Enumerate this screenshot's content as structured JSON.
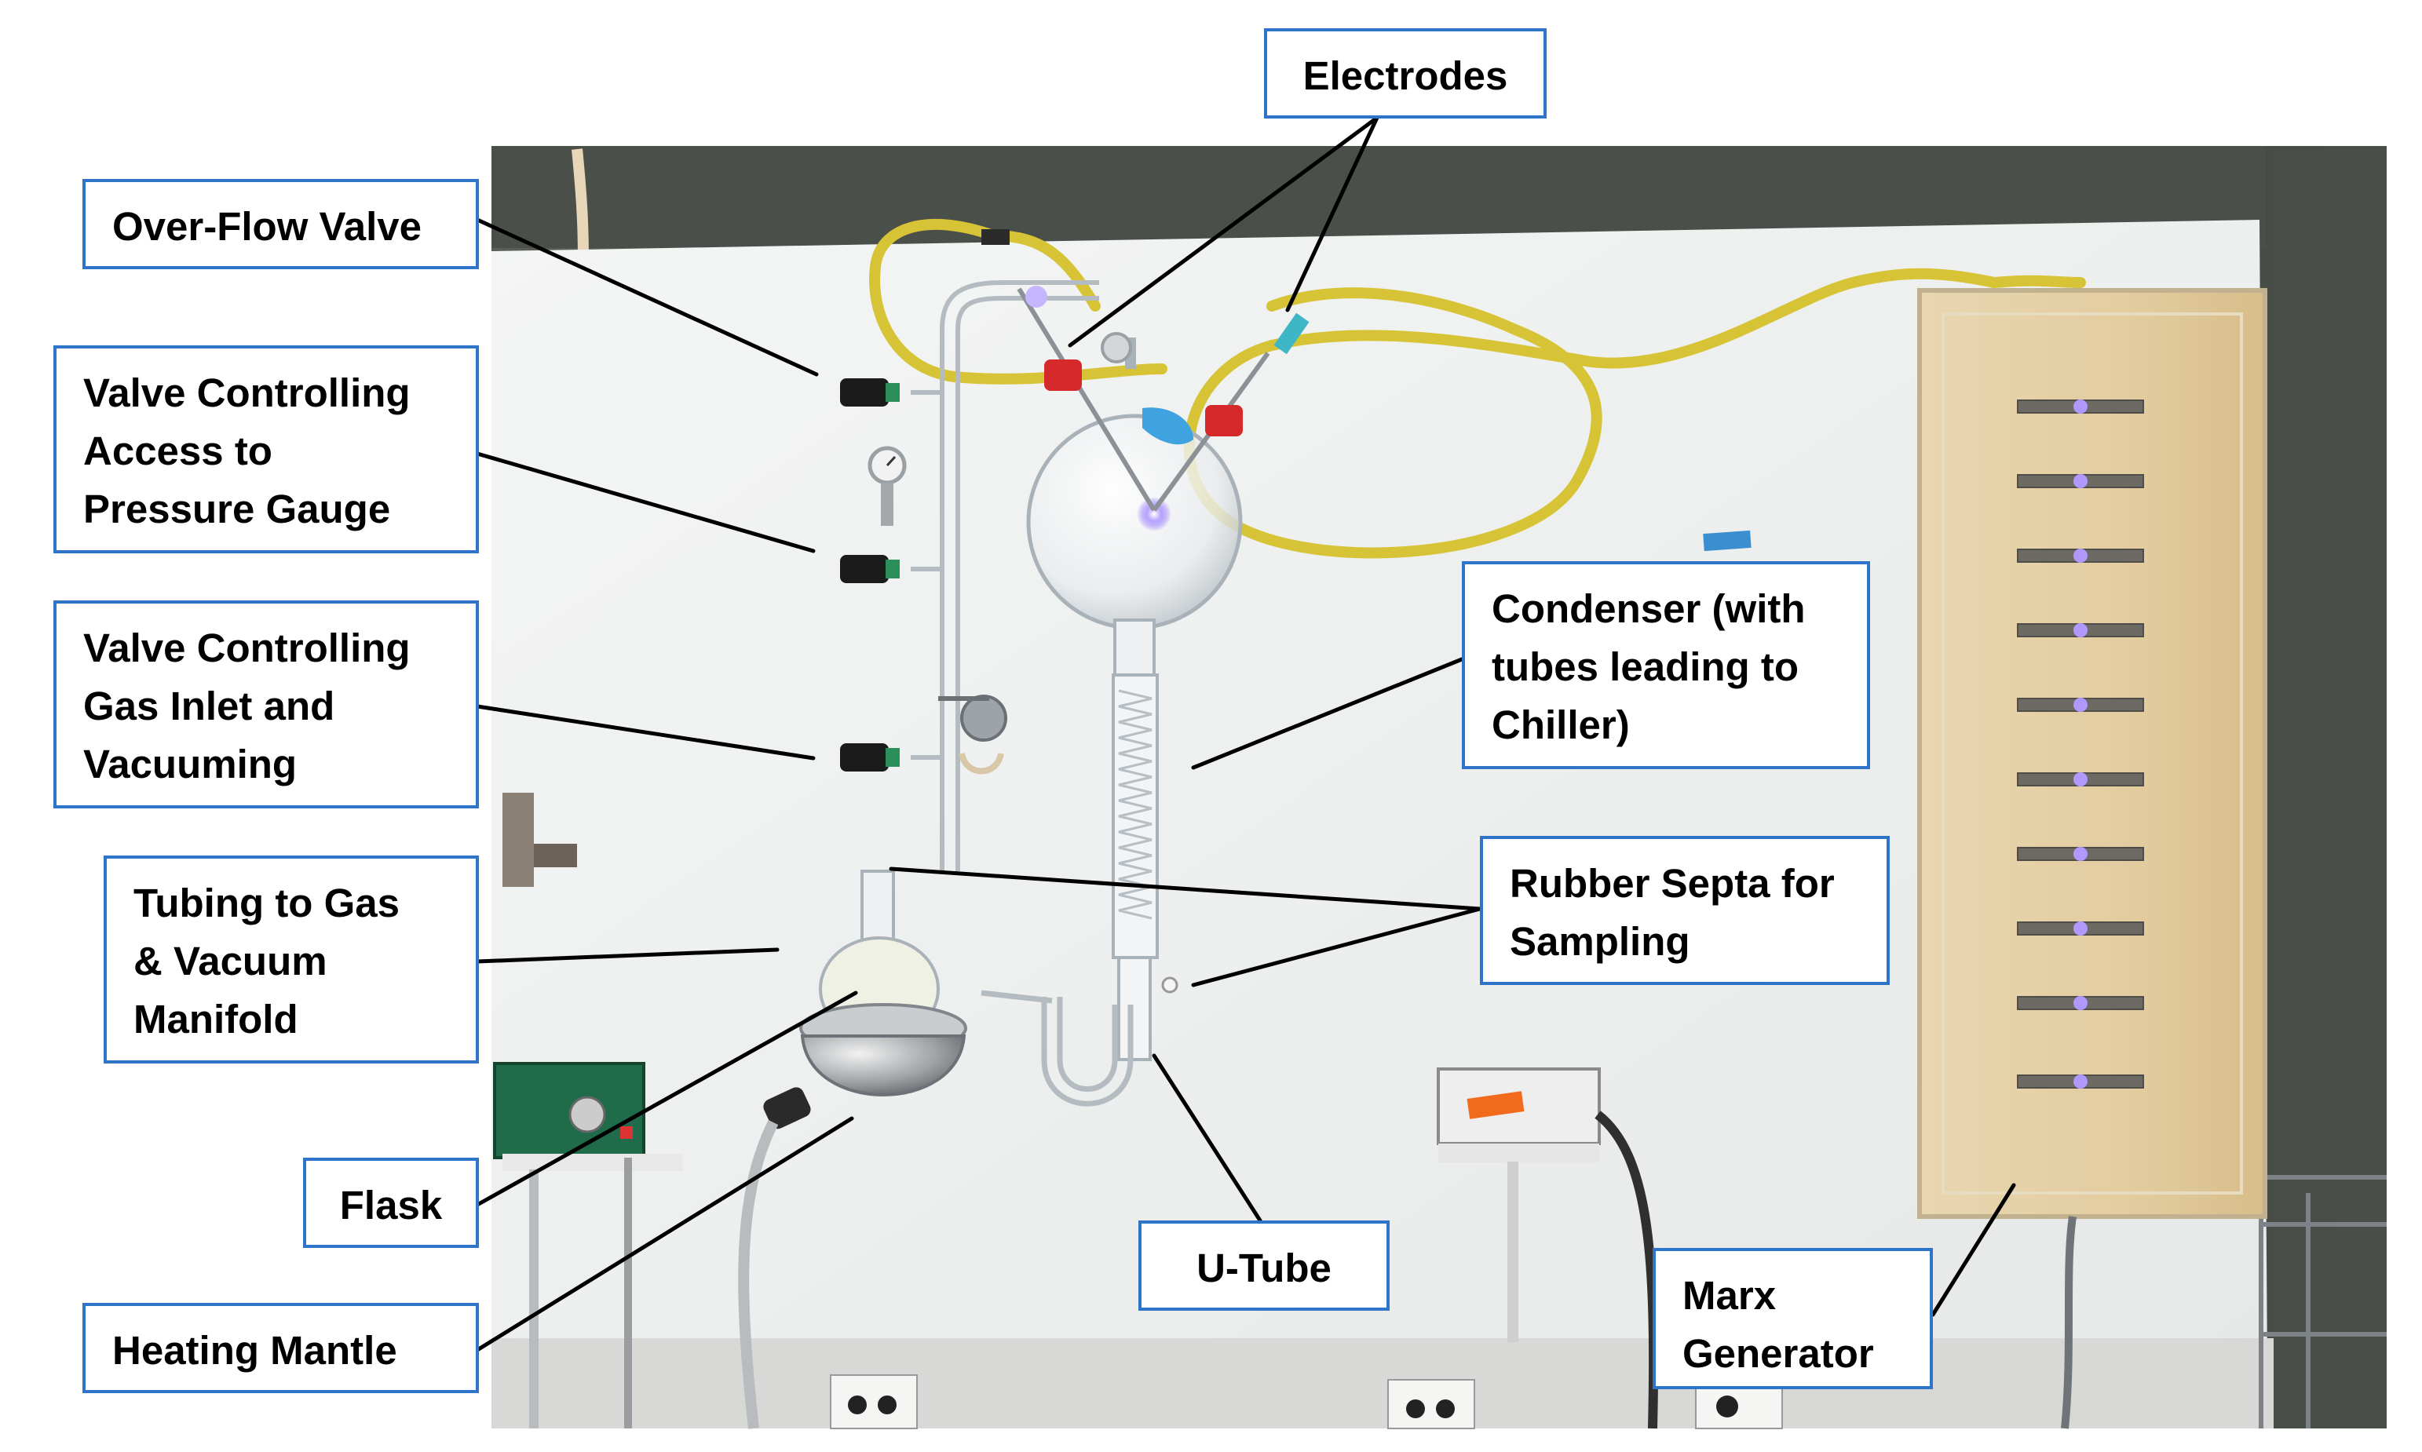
{
  "labels": {
    "electrodes": "Electrodes",
    "overflow_valve": "Over-Flow Valve",
    "valve_pressure_gauge": "Valve Controlling\nAccess to\nPressure Gauge",
    "valve_gas_inlet": "Valve Controlling\nGas Inlet and\nVacuuming",
    "tubing_manifold": "Tubing  to Gas\n& Vacuum\nManifold",
    "flask": "Flask",
    "heating_mantle": "Heating Mantle",
    "condenser": "Condenser (with\ntubes leading to\nChiller)",
    "rubber_septa": "Rubber Septa for\nSampling",
    "u_tube": "U-Tube",
    "marx_generator": "Marx\nGenerator"
  },
  "colors": {
    "callout_border": "#2e74c8",
    "leader_line": "#000000",
    "wall": "#f1f2f2",
    "dark_background": "#474b46",
    "yellow_cable": "#d9c73a"
  },
  "objects": {
    "icon_names": [
      "electrode-cap-icon",
      "valve-knob-icon",
      "pressure-gauge-icon",
      "glass-flask-icon",
      "heating-mantle-icon",
      "condenser-icon",
      "u-tube-icon",
      "marx-generator-icon",
      "power-supply-icon"
    ]
  }
}
